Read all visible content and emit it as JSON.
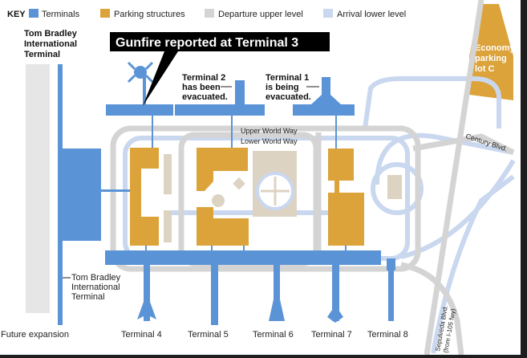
{
  "key": {
    "title": "KEY",
    "items": [
      {
        "label": "Terminals",
        "color": "#5b94d6"
      },
      {
        "label": "Parking structures",
        "color": "#dba33a"
      },
      {
        "label": "Departure upper level",
        "color": "#d4d4d4"
      },
      {
        "label": "Arrival lower level",
        "color": "#c9d7ef"
      }
    ]
  },
  "callout": "Gunfire reported at Terminal 3",
  "labels": {
    "tbit_top": [
      "Tom Bradley",
      "International",
      "Terminal"
    ],
    "tbit_bottom": [
      "Tom Bradley",
      "International",
      "Terminal"
    ],
    "terminal2_note": [
      "Terminal 2",
      "has been",
      "evacuated."
    ],
    "terminal1_note": [
      "Terminal 1",
      "is being",
      "evacuated."
    ],
    "economy_lot": [
      "Economy",
      "parking",
      "lot C"
    ],
    "upper_world_way": "Upper World Way",
    "lower_world_way": "Lower World Way",
    "century_blvd": "Century Blvd.",
    "sepulveda": [
      "Sepulveda Blvd.",
      "(from I-105 fwy)"
    ],
    "future_expansion": "Future expansion",
    "terminals": [
      "Terminal 4",
      "Terminal 5",
      "Terminal 6",
      "Terminal 7",
      "Terminal 8"
    ]
  }
}
